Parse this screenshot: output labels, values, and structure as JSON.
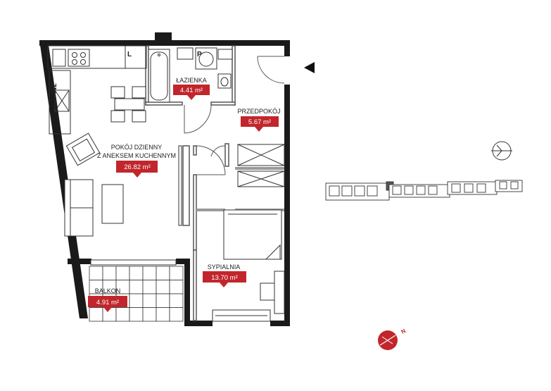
{
  "colors": {
    "wall": "#1a1a1a",
    "thin": "#555555",
    "partition": "#9a9a9a",
    "label_red": "#c1262c",
    "label_text": "#ffffff",
    "room_text": "#222222",
    "background": "#ffffff"
  },
  "rooms": [
    {
      "id": "bathroom",
      "name": "ŁAZIENKA",
      "area": "4.41 m²"
    },
    {
      "id": "hall",
      "name": "PRZEDPOKÓJ",
      "area": "5.67 m²"
    },
    {
      "id": "living",
      "name_line1": "POKÓJ DZIENNY",
      "name_line2": "Z ANEKSEM KUCHENNYM",
      "area": "26.82 m²"
    },
    {
      "id": "bedroom",
      "name": "SYPIALNIA",
      "area": "13.70 m²"
    },
    {
      "id": "balcony",
      "name": "BALKON",
      "area": "4.91 m²"
    }
  ],
  "fixtures": {
    "kitchen_letter": "L",
    "bath_letter": "P",
    "fridge_letter": "ZM"
  },
  "icons": {
    "entrance": "entrance-arrow-icon",
    "sun": "sun-position-icon",
    "compass": "north-compass-icon",
    "building_key": "building-location-key-icon"
  },
  "compass_letter": "N"
}
